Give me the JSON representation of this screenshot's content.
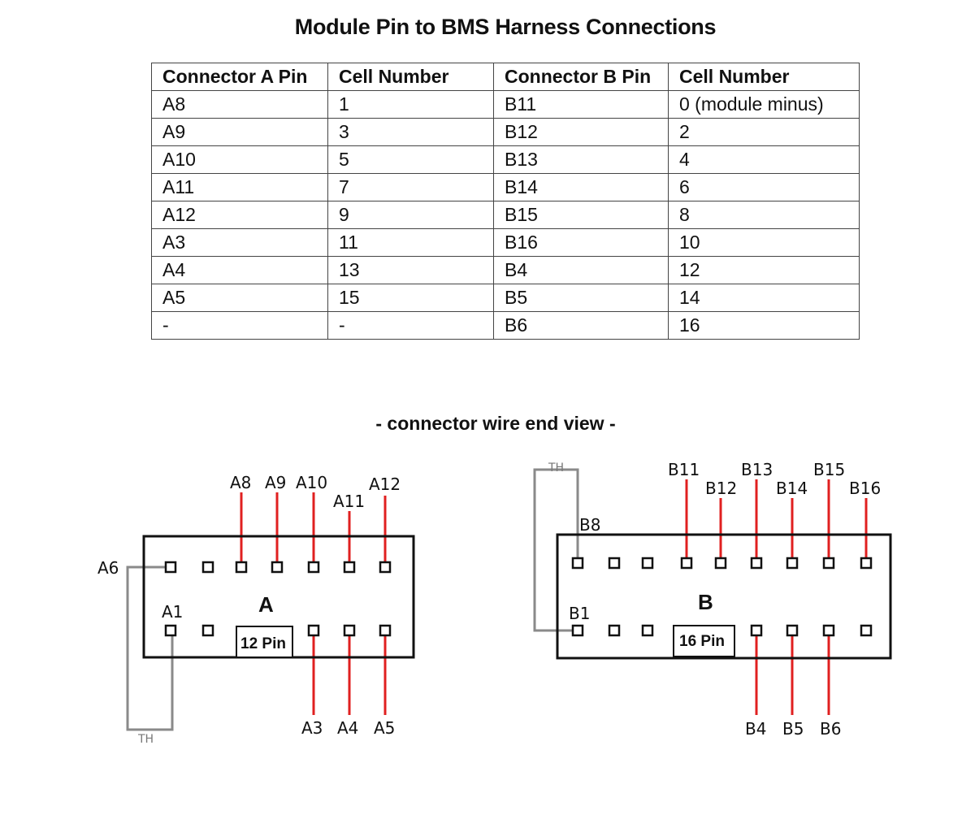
{
  "title": "Module Pin to BMS Harness Connections",
  "subtitle": "- connector wire end view -",
  "table": {
    "headers": [
      "Connector A Pin",
      "Cell Number",
      "Connector B Pin",
      "Cell Number"
    ],
    "rows": [
      [
        "A8",
        "1",
        "B11",
        "0 (module minus)"
      ],
      [
        "A9",
        "3",
        "B12",
        "2"
      ],
      [
        "A10",
        "5",
        "B13",
        "4"
      ],
      [
        "A11",
        "7",
        "B14",
        "6"
      ],
      [
        "A12",
        "9",
        "B15",
        "8"
      ],
      [
        "A3",
        "11",
        "B16",
        "10"
      ],
      [
        "A4",
        "13",
        "B4",
        "12"
      ],
      [
        "A5",
        "15",
        "B5",
        "14"
      ],
      [
        "-",
        "-",
        "B6",
        "16"
      ]
    ]
  },
  "connector_a": {
    "name": "A",
    "pin_count_label": "12 Pin",
    "thermistor_label": "TH",
    "labels": {
      "A6": "A6",
      "A1": "A1",
      "A8": "A8",
      "A9": "A9",
      "A10": "A10",
      "A11": "A11",
      "A12": "A12",
      "A3": "A3",
      "A4": "A4",
      "A5": "A5"
    }
  },
  "connector_b": {
    "name": "B",
    "pin_count_label": "16 Pin",
    "thermistor_label": "TH",
    "labels": {
      "B8": "B8",
      "B1": "B1",
      "B11": "B11",
      "B12": "B12",
      "B13": "B13",
      "B14": "B14",
      "B15": "B15",
      "B16": "B16",
      "B4": "B4",
      "B5": "B5",
      "B6": "B6"
    }
  },
  "colors": {
    "cell_wire": "#e02020",
    "thermistor_wire": "#8a8a8a",
    "outline": "#111111"
  }
}
